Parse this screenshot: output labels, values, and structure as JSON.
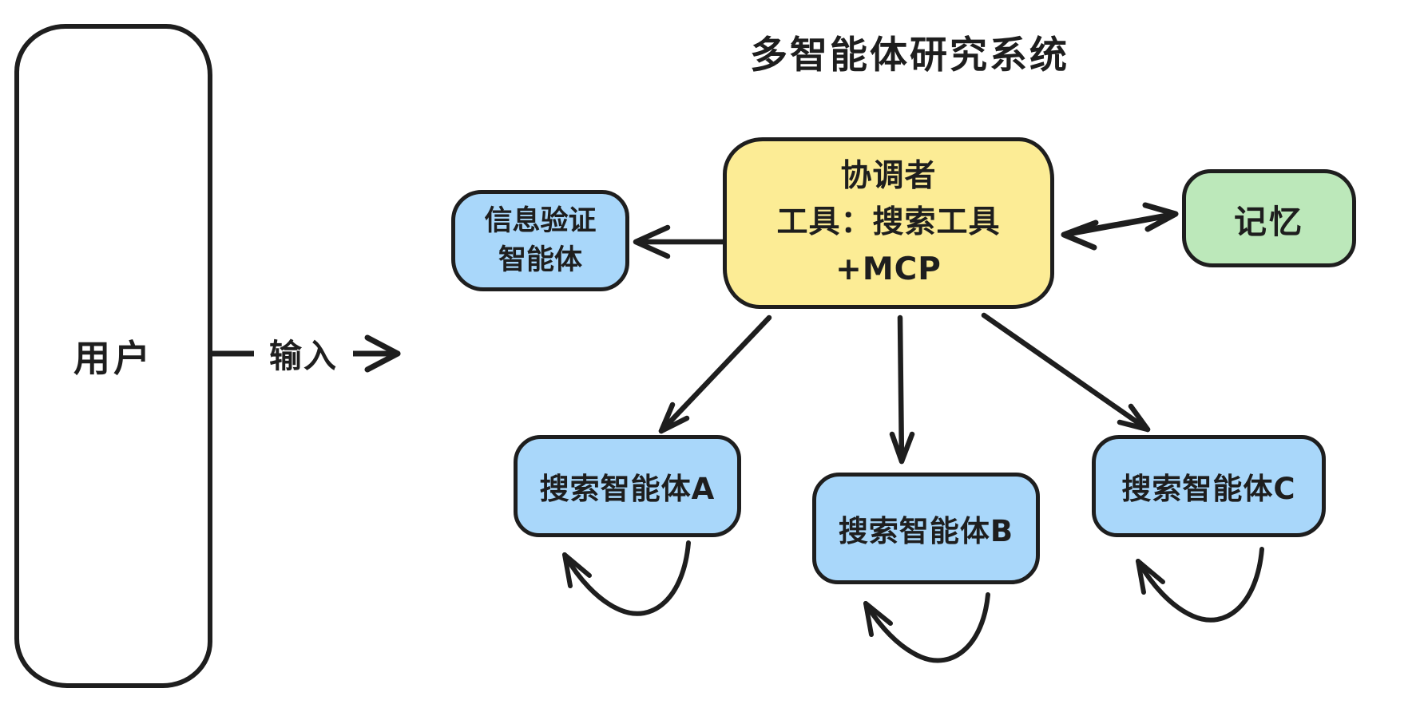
{
  "diagram": {
    "user_box": {
      "label": "用户"
    },
    "input_arrow": {
      "label": "输入"
    },
    "system": {
      "title": "多智能体研究系统",
      "coordinator": {
        "line1": "协调者",
        "line2": "工具：搜索工具+MCP"
      },
      "verify_agent": {
        "line1": "信息验证",
        "line2": "智能体"
      },
      "memory": {
        "label": "记忆"
      },
      "search_agents": [
        {
          "label": "搜索智能体A"
        },
        {
          "label": "搜索智能体B"
        },
        {
          "label": "搜索智能体C"
        }
      ]
    },
    "colors": {
      "stroke": "#1e1e1e",
      "coordinator_fill": "#fcec95",
      "agent_fill": "#a9d7fa",
      "memory_fill": "#bce8ba",
      "background": "#ffffff"
    }
  }
}
